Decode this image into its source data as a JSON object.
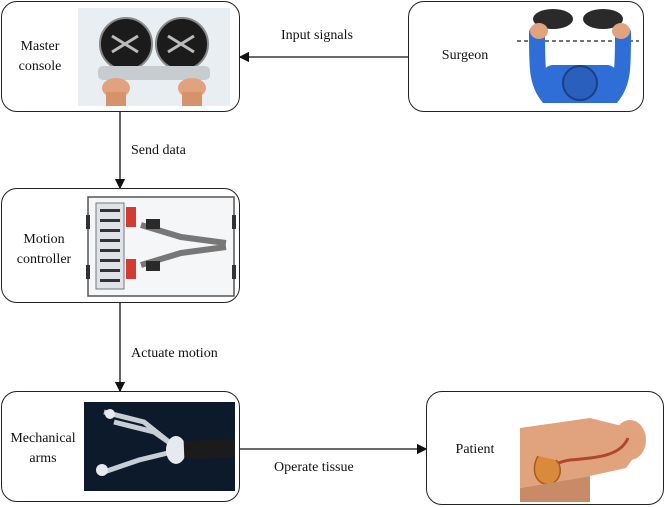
{
  "nodes": {
    "master_console": {
      "line1": "Master",
      "line2": "console"
    },
    "surgeon": {
      "label": "Surgeon"
    },
    "motion_controller": {
      "line1": "Motion",
      "line2": "controller"
    },
    "mechanical_arms": {
      "line1": "Mechanical",
      "line2": "arms"
    },
    "patient": {
      "label": "Patient"
    }
  },
  "edges": {
    "input_signals": "Input signals",
    "send_data": "Send data",
    "actuate_motion": "Actuate motion",
    "operate_tissue": "Operate tissue"
  },
  "colors": {
    "border": "#222222",
    "surgeon_blue": "#2f6ed6",
    "skin": "#e0a37e",
    "arms_bg": "#0d1a2c",
    "controller_red": "#d23b33"
  }
}
